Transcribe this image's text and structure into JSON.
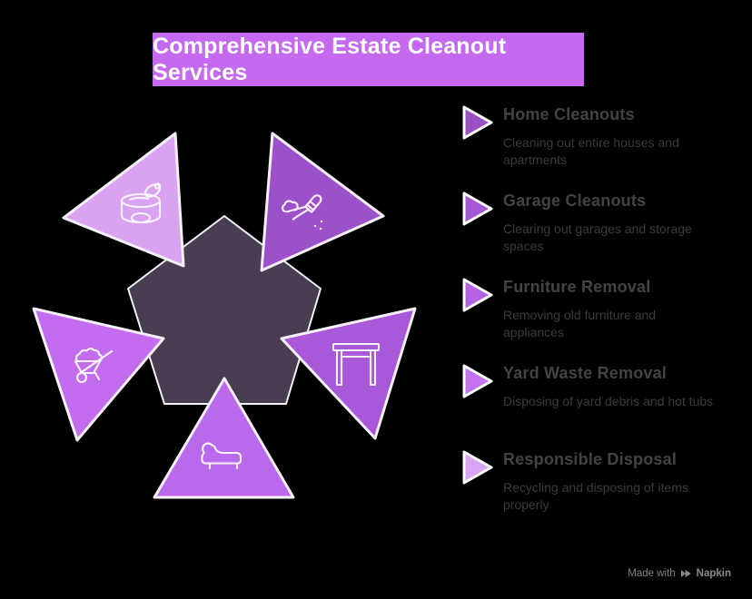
{
  "title": {
    "text": "Comprehensive Estate Cleanout Services",
    "bg_color": "#c569f1",
    "text_color": "#ffffff"
  },
  "diagram": {
    "pentagon": {
      "color": "#493d52"
    },
    "triangles": [
      {
        "icon": "canned-food-icon",
        "color": "#daa3f2",
        "position": "top-left"
      },
      {
        "icon": "broom-sweep-icon",
        "color": "#9c50c9",
        "position": "top-right"
      },
      {
        "icon": "table-icon",
        "color": "#a958d9",
        "position": "right"
      },
      {
        "icon": "chaise-couch-icon",
        "color": "#ba68ec",
        "position": "bottom"
      },
      {
        "icon": "wheelbarrow-icon",
        "color": "#c36cf0",
        "position": "left"
      }
    ]
  },
  "list": {
    "items": [
      {
        "title": "Home Cleanouts",
        "description": "Cleaning out entire houses and apartments",
        "bullet_color": "#9b51c4"
      },
      {
        "title": "Garage Cleanouts",
        "description": "Clearing out garages and storage spaces",
        "bullet_color": "#a757d6"
      },
      {
        "title": "Furniture Removal",
        "description": "Removing old furniture and appliances",
        "bullet_color": "#b561e4"
      },
      {
        "title": "Yard Waste Removal",
        "description": "Disposing of yard debris and hot tubs",
        "bullet_color": "#c673f0"
      },
      {
        "title": "Responsible Disposal",
        "description": "Recycling and disposing of items properly",
        "bullet_color": "#daa4f6"
      }
    ]
  },
  "footer": {
    "made_with": "Made with",
    "brand": "Napkin"
  }
}
